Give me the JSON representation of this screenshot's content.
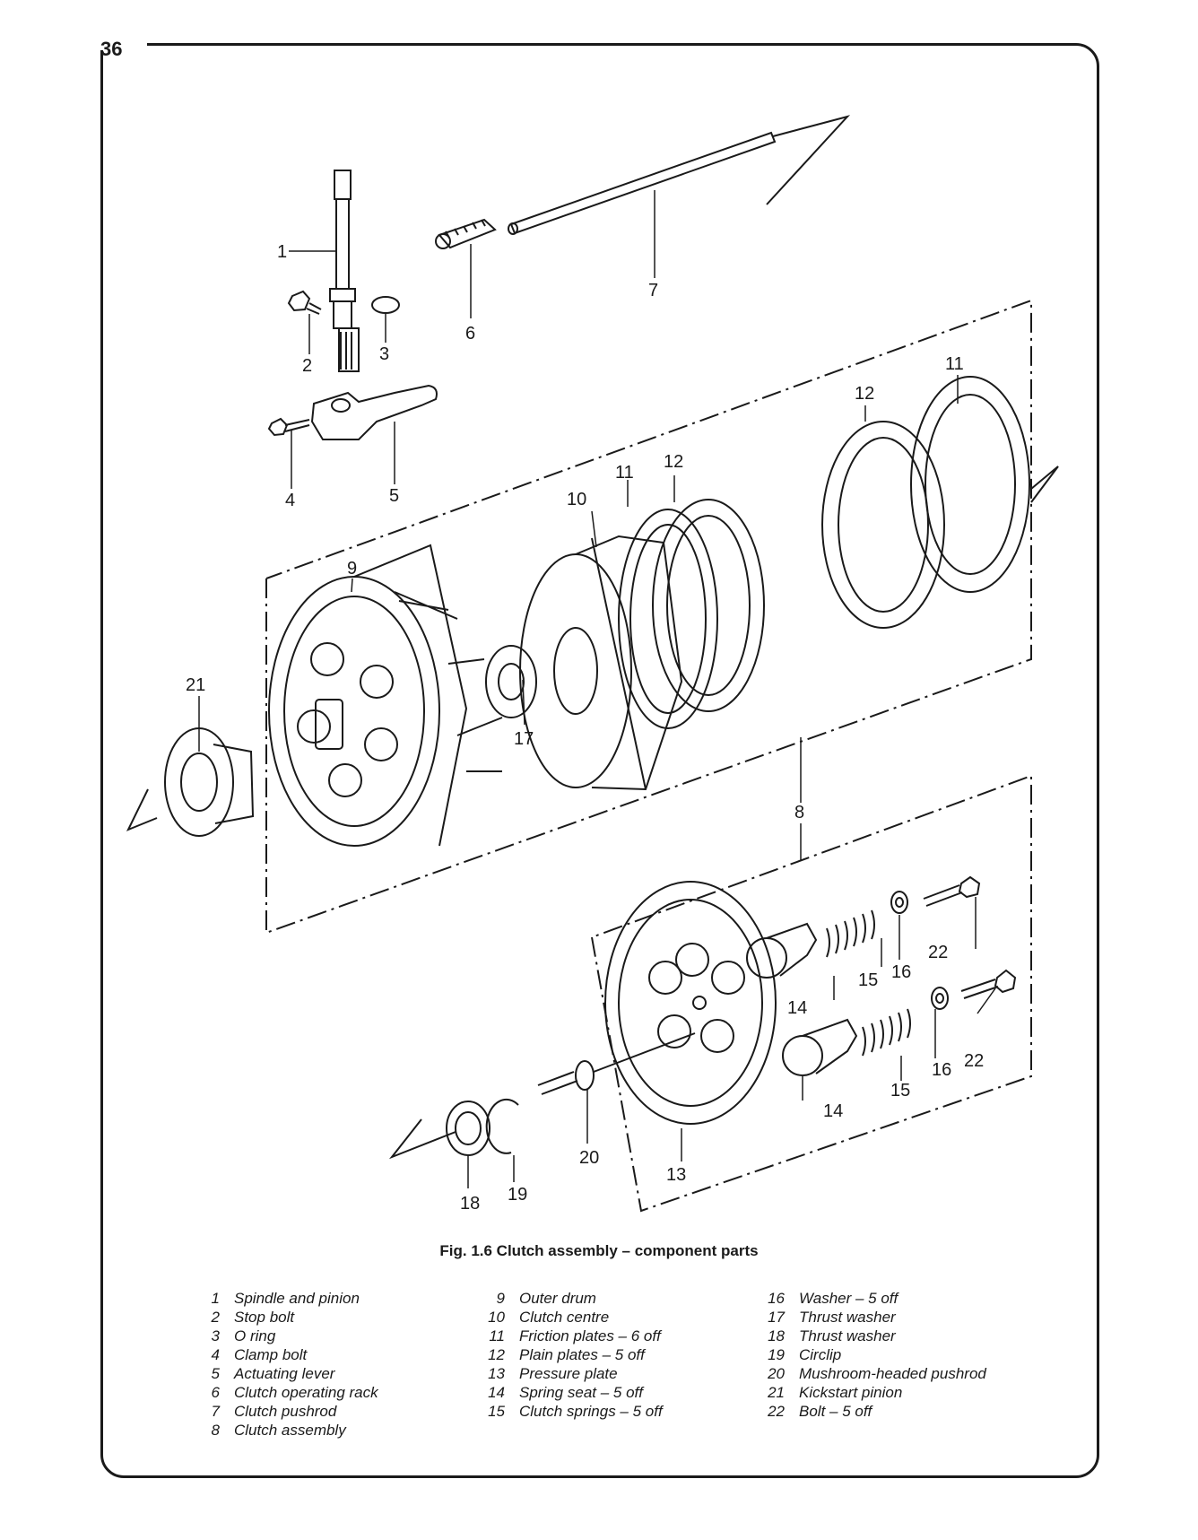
{
  "page_number": "36",
  "figure_caption": "Fig. 1.6 Clutch assembly – component parts",
  "callouts": [
    "1",
    "2",
    "3",
    "4",
    "5",
    "6",
    "7",
    "8",
    "9",
    "10",
    "11",
    "11",
    "12",
    "12",
    "13",
    "14",
    "14",
    "15",
    "15",
    "16",
    "16",
    "17",
    "18",
    "19",
    "20",
    "21",
    "22",
    "22"
  ],
  "legend": {
    "column1": [
      {
        "num": "1",
        "text": "Spindle and pinion"
      },
      {
        "num": "2",
        "text": "Stop bolt"
      },
      {
        "num": "3",
        "text": "O ring"
      },
      {
        "num": "4",
        "text": "Clamp bolt"
      },
      {
        "num": "5",
        "text": "Actuating lever"
      },
      {
        "num": "6",
        "text": "Clutch operating rack"
      },
      {
        "num": "7",
        "text": "Clutch pushrod"
      },
      {
        "num": "8",
        "text": "Clutch assembly"
      }
    ],
    "column2": [
      {
        "num": "9",
        "text": "Outer drum"
      },
      {
        "num": "10",
        "text": "Clutch centre"
      },
      {
        "num": "11",
        "text": "Friction plates – 6 off"
      },
      {
        "num": "12",
        "text": "Plain plates – 5 off"
      },
      {
        "num": "13",
        "text": "Pressure plate"
      },
      {
        "num": "14",
        "text": "Spring seat – 5 off"
      },
      {
        "num": "15",
        "text": "Clutch springs – 5 off"
      }
    ],
    "column3": [
      {
        "num": "16",
        "text": "Washer – 5 off"
      },
      {
        "num": "17",
        "text": "Thrust washer"
      },
      {
        "num": "18",
        "text": "Thrust washer"
      },
      {
        "num": "19",
        "text": "Circlip"
      },
      {
        "num": "20",
        "text": "Mushroom-headed pushrod"
      },
      {
        "num": "21",
        "text": "Kickstart pinion"
      },
      {
        "num": "22",
        "text": "Bolt – 5 off"
      }
    ]
  }
}
